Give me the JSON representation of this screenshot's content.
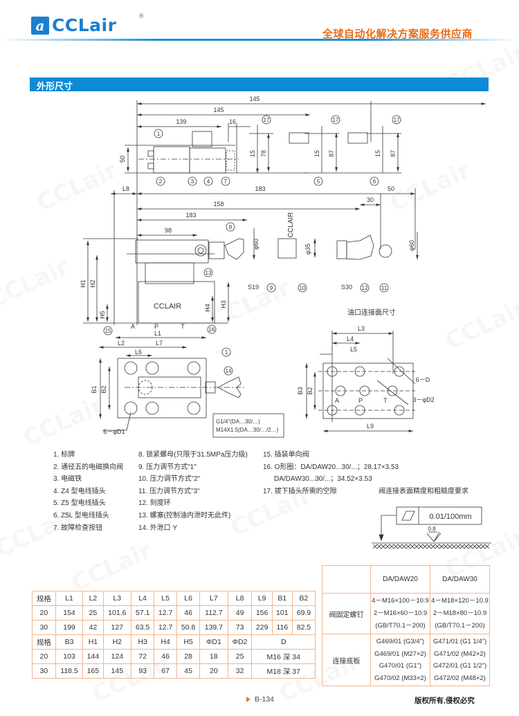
{
  "header": {
    "logo_mark": "a",
    "logo_text": "CCLair",
    "logo_reg": "®",
    "tagline": "全球自动化解决方案服务供应商"
  },
  "section": {
    "title": "外形尺寸"
  },
  "drawing": {
    "dims_top": [
      "145",
      "145",
      "139",
      "16",
      "50",
      "15",
      "78",
      "15",
      "87",
      "15",
      "87"
    ],
    "dims_mid": [
      "L8",
      "183",
      "158",
      "183",
      "98",
      "50",
      "30",
      "φ60",
      "φ35",
      "φ60",
      "H1",
      "H2",
      "H3",
      "H4",
      "H5",
      "L1"
    ],
    "labels_mid": [
      "S19",
      "S30",
      "CCLAIR",
      "A",
      "P",
      "T"
    ],
    "callouts": [
      "1",
      "2",
      "3",
      "4",
      "5",
      "6",
      "7",
      "8",
      "9",
      "10",
      "11",
      "12",
      "13",
      "14",
      "15",
      "16",
      "17"
    ],
    "port_title": "油口连接面尺寸",
    "plan_dims": [
      "L1",
      "L2",
      "L7",
      "L6",
      "B1",
      "B2",
      "6-φD1"
    ],
    "plan_note": [
      "G1/4\"(DA…30/…)",
      "M14X1.5(DA…30/…/2…)"
    ],
    "port_dims": [
      "L3",
      "L4",
      "L5",
      "B3",
      "B2",
      "L9",
      "6-D",
      "3-φD2"
    ],
    "port_labels": [
      "A",
      "P",
      "T"
    ]
  },
  "legend": {
    "col1": [
      "1. 标牌",
      "2. 通径五的电磁换向阀",
      "3. 电磁铁",
      "4. Z4 型电线插头",
      "5. Z5 型电线插头",
      "6. Z5L 型电线插头",
      "7. 故障检查按钮"
    ],
    "col2": [
      "8. 锁紧螺母(只限于31.5MPa压力级)",
      "9. 压力调节方式\"1\"",
      "10. 压力调节方式\"2\"",
      "11. 压力调节方式\"3\"",
      "12. 刻度环",
      "13. 螺塞(控制油内泄时无此件)",
      "14. 外泄口 Y"
    ],
    "col3": [
      "15. 插装单向阀",
      "16. O形圈：DA/DAW20...30/...；28.17×3.53",
      "DA/DAW30...30/...；34.52×3.53",
      "17. 拔下插头所需的空隙"
    ]
  },
  "surface": {
    "title": "阀连接表面精度和粗糙度要求",
    "flatness": "0.01/100mm",
    "roughness": "0.8"
  },
  "dim_table": {
    "rows": [
      [
        "规格",
        "L1",
        "L2",
        "L3",
        "L4",
        "L5",
        "L6",
        "L7",
        "L8",
        "L9",
        "B1",
        "B2"
      ],
      [
        "20",
        "154",
        "25",
        "101.6",
        "57.1",
        "12.7",
        "46",
        "112.7",
        "49",
        "156",
        "101",
        "69.9"
      ],
      [
        "30",
        "199",
        "42",
        "127",
        "63.5",
        "12.7",
        "50.8",
        "139.7",
        "73",
        "229",
        "116",
        "82.5"
      ],
      [
        "规格",
        "B3",
        "H1",
        "H2",
        "H3",
        "H4",
        "H5",
        "ΦD1",
        "ΦD2",
        "D"
      ],
      [
        "20",
        "103",
        "144",
        "124",
        "72",
        "46",
        "28",
        "18",
        "25",
        "M16 深 34"
      ],
      [
        "30",
        "118.5",
        "165",
        "145",
        "93",
        "67",
        "45",
        "20",
        "32",
        "M18 深 37"
      ]
    ]
  },
  "bolt_table": {
    "headers": [
      "",
      "DA/DAW20",
      "DA/DAW30"
    ],
    "rows": [
      {
        "label": "阀固定螺钉",
        "c1": [
          "4－M16×100－10.9",
          "2－M16×60－10.9",
          "(GB/T70.1－200)"
        ],
        "c2": [
          "4－M18×120－10.9",
          "2－M18×80－10.9",
          "(GB/T70.1－200)"
        ]
      },
      {
        "label": "连接底板",
        "c1": [
          "G469/01 (G3/4\")",
          "G469/01 (M27×2)",
          "G470/01 (G1\")",
          "G470/02 (M33×2)"
        ],
        "c2": [
          "G471/01 (G1 1/4\")",
          "G471/02 (M42×2)",
          "G472/01 (G1 1/2\")",
          "G472/02 (M48×2)"
        ]
      }
    ]
  },
  "footer": {
    "page": "B-134",
    "copyright": "版权所有,侵权必究"
  },
  "colors": {
    "brand_blue": "#1b7fcf",
    "section_blue": "#0f8ad6",
    "tagline_orange": "#ea6c14",
    "table_border": "#f3b48a",
    "footer_arrow": "#ef7a1a"
  }
}
